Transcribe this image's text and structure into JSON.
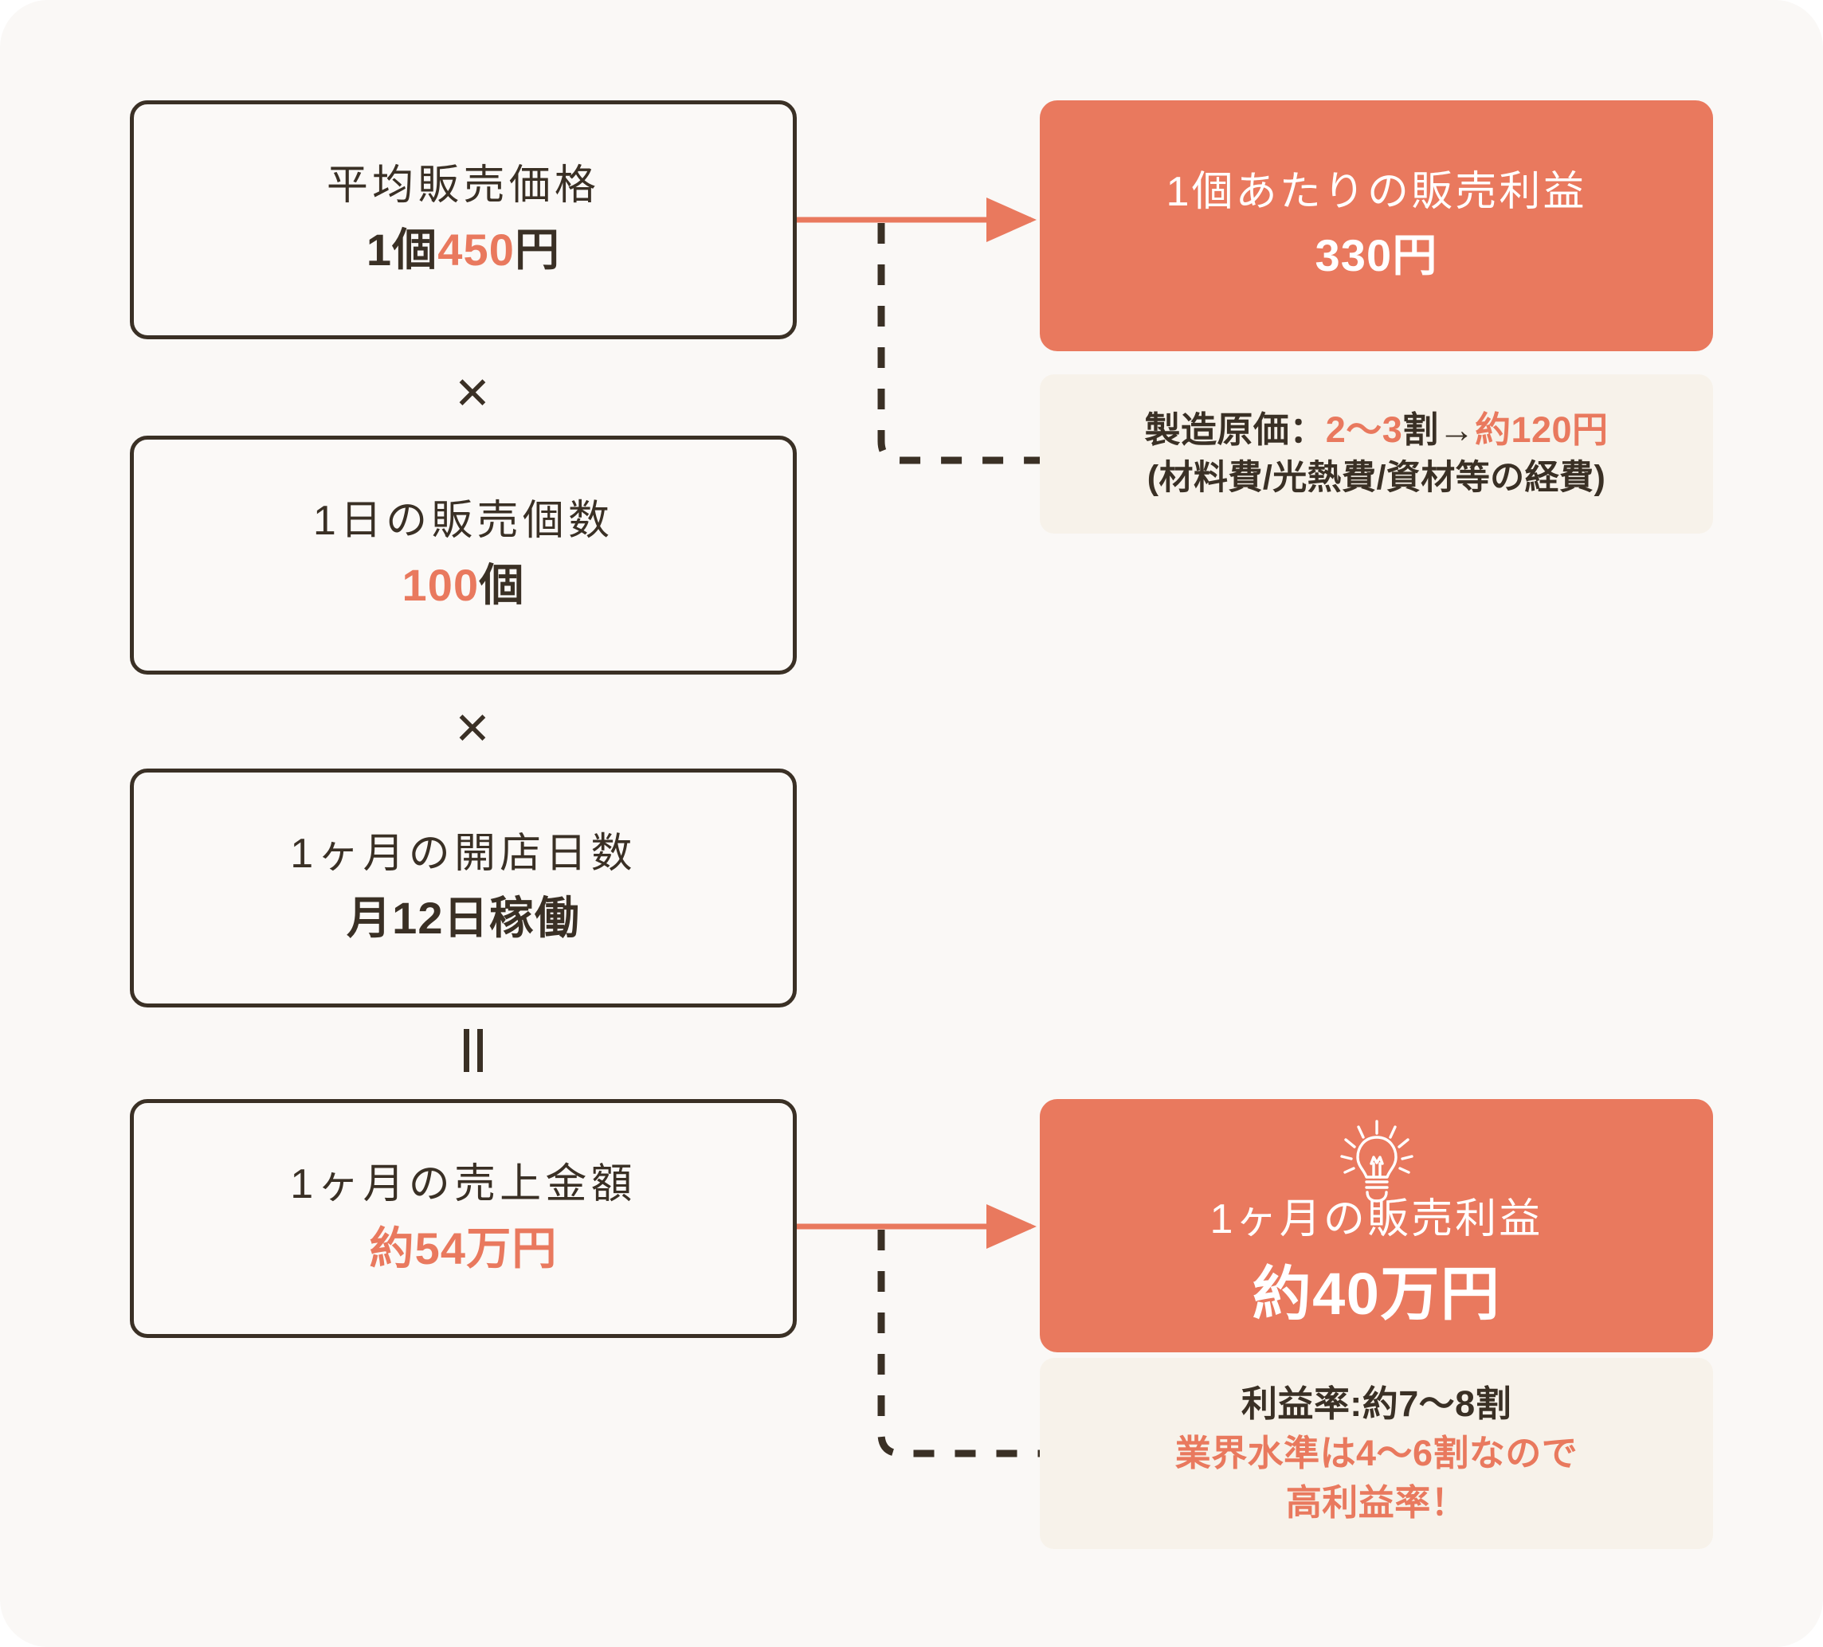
{
  "theme": {
    "accent": "#E9795E",
    "ink": "#3A3025",
    "page_bg": "#FAF8F6",
    "box_bg": "#FBF9F7",
    "note_bg": "#F7F2EA"
  },
  "flow": {
    "operators": {
      "multiply": "✕",
      "equals": "="
    },
    "boxes": [
      {
        "id": "average-selling-price",
        "title": "平均販売価格",
        "value_prefix": "1個",
        "value_highlight": "450",
        "value_suffix": "円",
        "style": "outline"
      },
      {
        "id": "units-per-day",
        "title": "1日の販売個数",
        "value_prefix": "",
        "value_highlight": "100",
        "value_suffix": "個",
        "style": "outline"
      },
      {
        "id": "open-days-per-month",
        "title": "1ヶ月の開店日数",
        "value_prefix": "月12日稼働",
        "value_highlight": "",
        "value_suffix": "",
        "style": "outline"
      },
      {
        "id": "monthly-sales-amount",
        "title": "1ヶ月の売上金額",
        "value_prefix": "",
        "value_highlight": "約54万円",
        "value_suffix": "",
        "style": "outline"
      }
    ]
  },
  "results": {
    "per_unit_profit": {
      "title": "1個あたりの販売利益",
      "value": "330円"
    },
    "monthly_profit": {
      "title": "1ヶ月の販売利益",
      "value": "約40万円",
      "icon": "lightbulb-icon"
    }
  },
  "notes": {
    "manufacturing_cost": {
      "label": "製造原価：",
      "ratio": "2〜3",
      "ratio_unit": "割→",
      "amount": "約120円",
      "breakdown": "(材料費/光熱費/資材等の経費)"
    },
    "profit_rate": {
      "line1": "利益率:約7〜8割",
      "line2": "業界水準は4〜6割なので",
      "line3": "高利益率！"
    }
  }
}
